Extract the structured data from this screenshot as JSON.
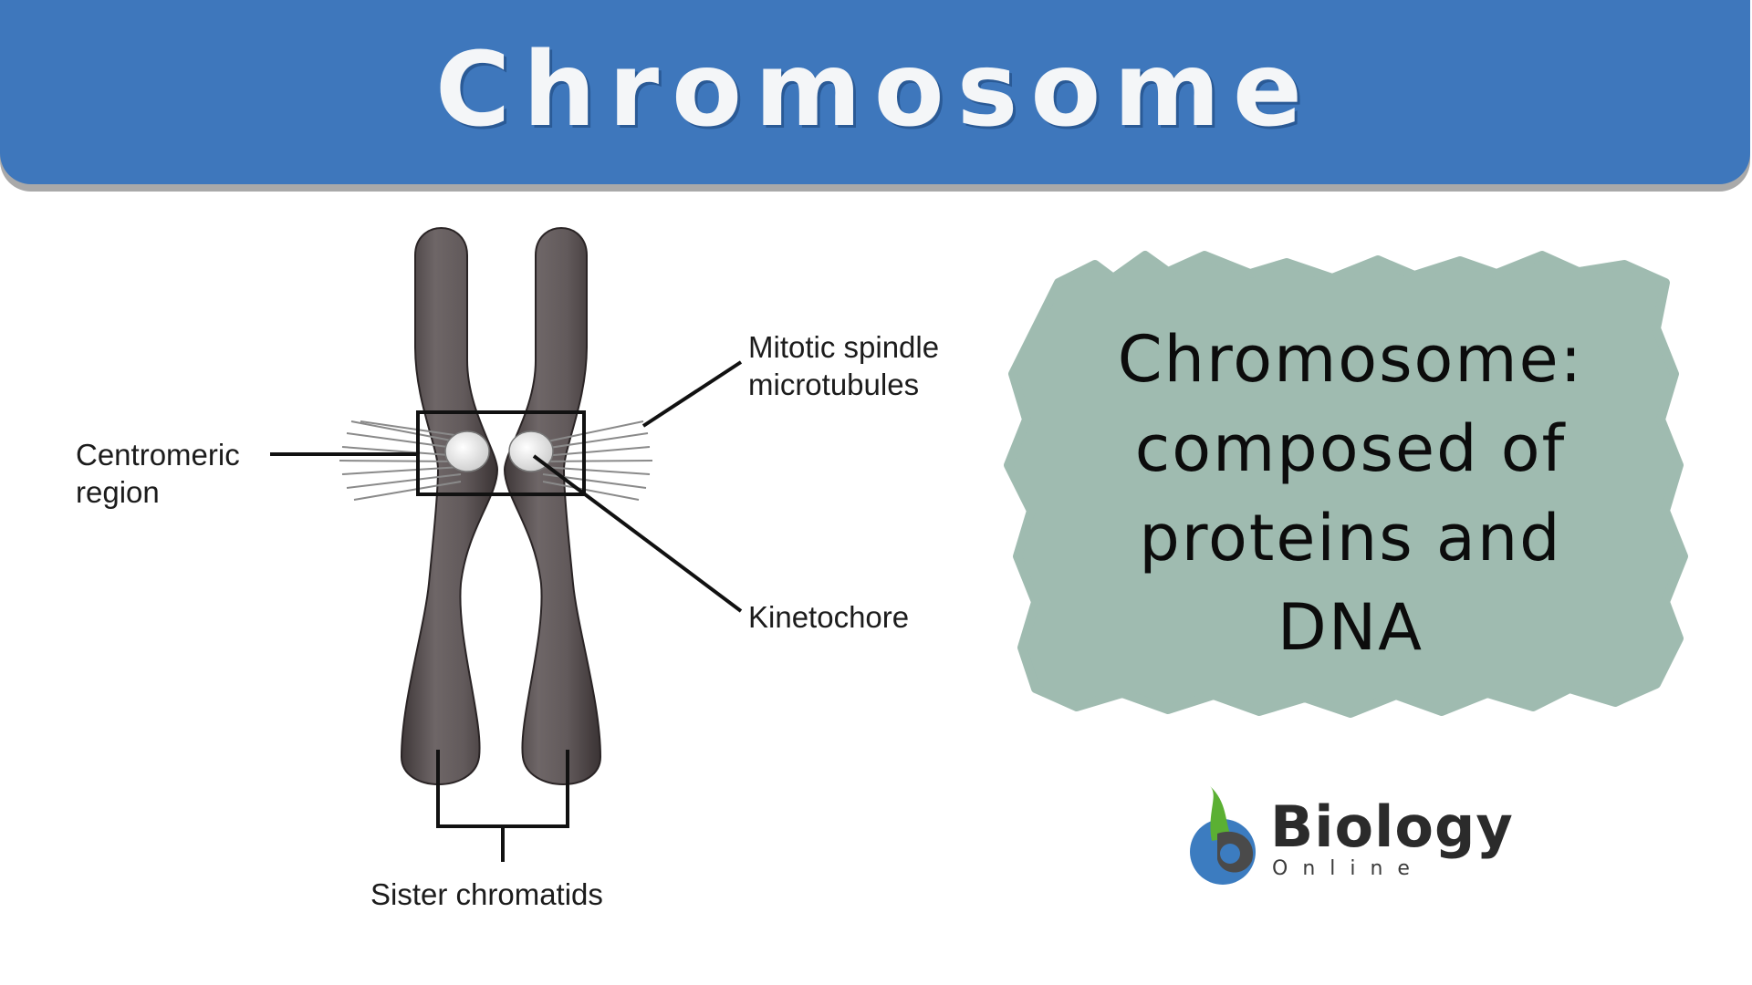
{
  "header": {
    "title": "Chromosome"
  },
  "diagram": {
    "labels": {
      "spindle": "Mitotic spindle\nmicrotubules",
      "centromeric": "Centromeric\nregion",
      "kinetochore": "Kinetochore",
      "sister": "Sister chromatids"
    }
  },
  "note": {
    "lines": [
      "Chromosome:",
      "composed of",
      "proteins and",
      "DNA"
    ],
    "background_color": "#9fbbb0"
  },
  "logo": {
    "name": "Biology",
    "sub": "Online",
    "icon": "leaf-drop-icon"
  },
  "colors": {
    "header": "#3e77bc",
    "chromatid": "#5d5556"
  }
}
